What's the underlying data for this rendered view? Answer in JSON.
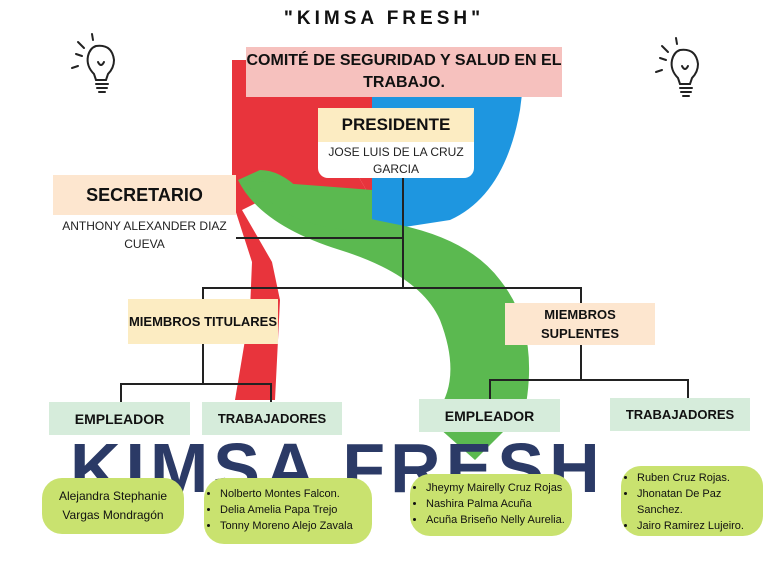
{
  "header": {
    "title": "\"KIMSA FRESH\""
  },
  "committee": {
    "title": "COMITÉ DE SEGURIDAD Y SALUD EN EL TRABAJO."
  },
  "president": {
    "label": "PRESIDENTE",
    "name": "JOSE LUIS DE LA CRUZ GARCIA"
  },
  "secretary": {
    "label": "SECRETARIO",
    "name": "ANTHONY ALEXANDER DIAZ CUEVA"
  },
  "titulares": {
    "label": "MIEMBROS TITULARES",
    "employer_label": "EMPLEADOR",
    "workers_label": "TRABAJADORES",
    "employer_member": "Alejandra Stephanie Vargas Mondragón",
    "workers": [
      "Nolberto  Montes Falcon.",
      "Delia Amelia Papa Trejo",
      "Tonny Moreno Alejo Zavala"
    ]
  },
  "suplentes": {
    "label": "MIEMBROS SUPLENTES",
    "employer_label": "EMPLEADOR",
    "workers_label": "TRABAJADORES",
    "employer_members": [
      "Jheymy Mairelly Cruz Rojas",
      "Nashira  Palma Acuña",
      "Acuña Briseño Nelly Aurelia."
    ],
    "workers": [
      "Ruben Cruz Rojas.",
      "Jhonatan  De Paz Sanchez.",
      "Jairo Ramirez Lujeiro."
    ]
  },
  "logo": {
    "text": "KIMSA FRESH",
    "colors": {
      "red": "#e8343c",
      "blue": "#1e96e0",
      "green": "#5bb950",
      "navy": "#2b3a66"
    }
  }
}
